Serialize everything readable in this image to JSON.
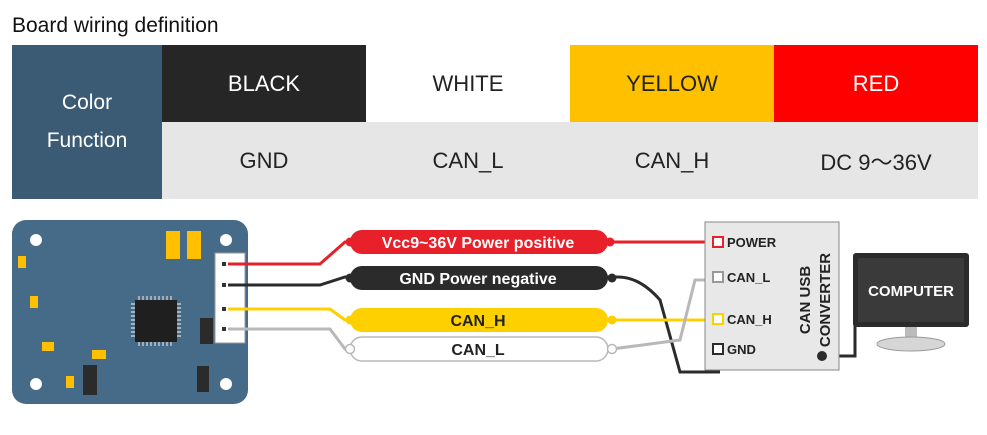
{
  "title": "Board wiring definition",
  "table": {
    "header_line1": "Color",
    "header_line2": "Function",
    "columns": [
      {
        "color_name": "BLACK",
        "function": "GND",
        "bg": "#262626",
        "fg": "#ffffff"
      },
      {
        "color_name": "WHITE",
        "function": "CAN_L",
        "bg": "#ffffff",
        "fg": "#222222"
      },
      {
        "color_name": "YELLOW",
        "function": "CAN_H",
        "bg": "#ffc000",
        "fg": "#222222"
      },
      {
        "color_name": "RED",
        "function": "DC 9～36V",
        "bg": "#ff0000",
        "fg": "#ffffff"
      }
    ],
    "function_bg": "#e6e6e6",
    "header_bg": "#3a5b73"
  },
  "wires": {
    "red_label": "Vcc9~36V Power positive",
    "black_label": "GND  Power negative",
    "yellow_label": "CAN_H",
    "white_label": "CAN_L"
  },
  "converter": {
    "title_line1": "CAN USB",
    "title_line2": "CONVERTER",
    "ports": [
      "POWER",
      "CAN_L",
      "CAN_H",
      "GND"
    ]
  },
  "computer": {
    "label": "COMPUTER"
  },
  "colors": {
    "board": "#466b88",
    "red_wire": "#e8202a",
    "black_wire": "#2b2b2b",
    "yellow_wire": "#ffd000",
    "white_wire": "#b8b8b8",
    "converter_bg": "#e8e8e8",
    "chip_yellow": "#ffc000"
  }
}
